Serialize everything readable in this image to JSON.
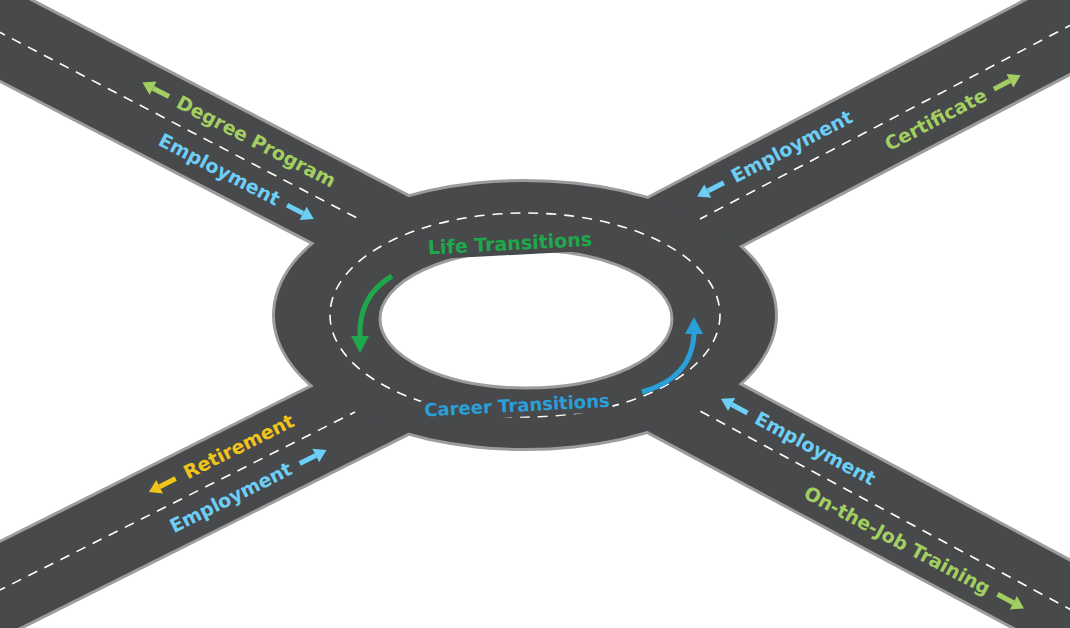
{
  "diagram": {
    "labels": [
      "Degree Program",
      "Employment",
      "Employment",
      "Certificate",
      "Life Transitions",
      "Retirement",
      "Employment",
      "Career Transitions",
      "Employment",
      "On-the-Job Training"
    ]
  }
}
